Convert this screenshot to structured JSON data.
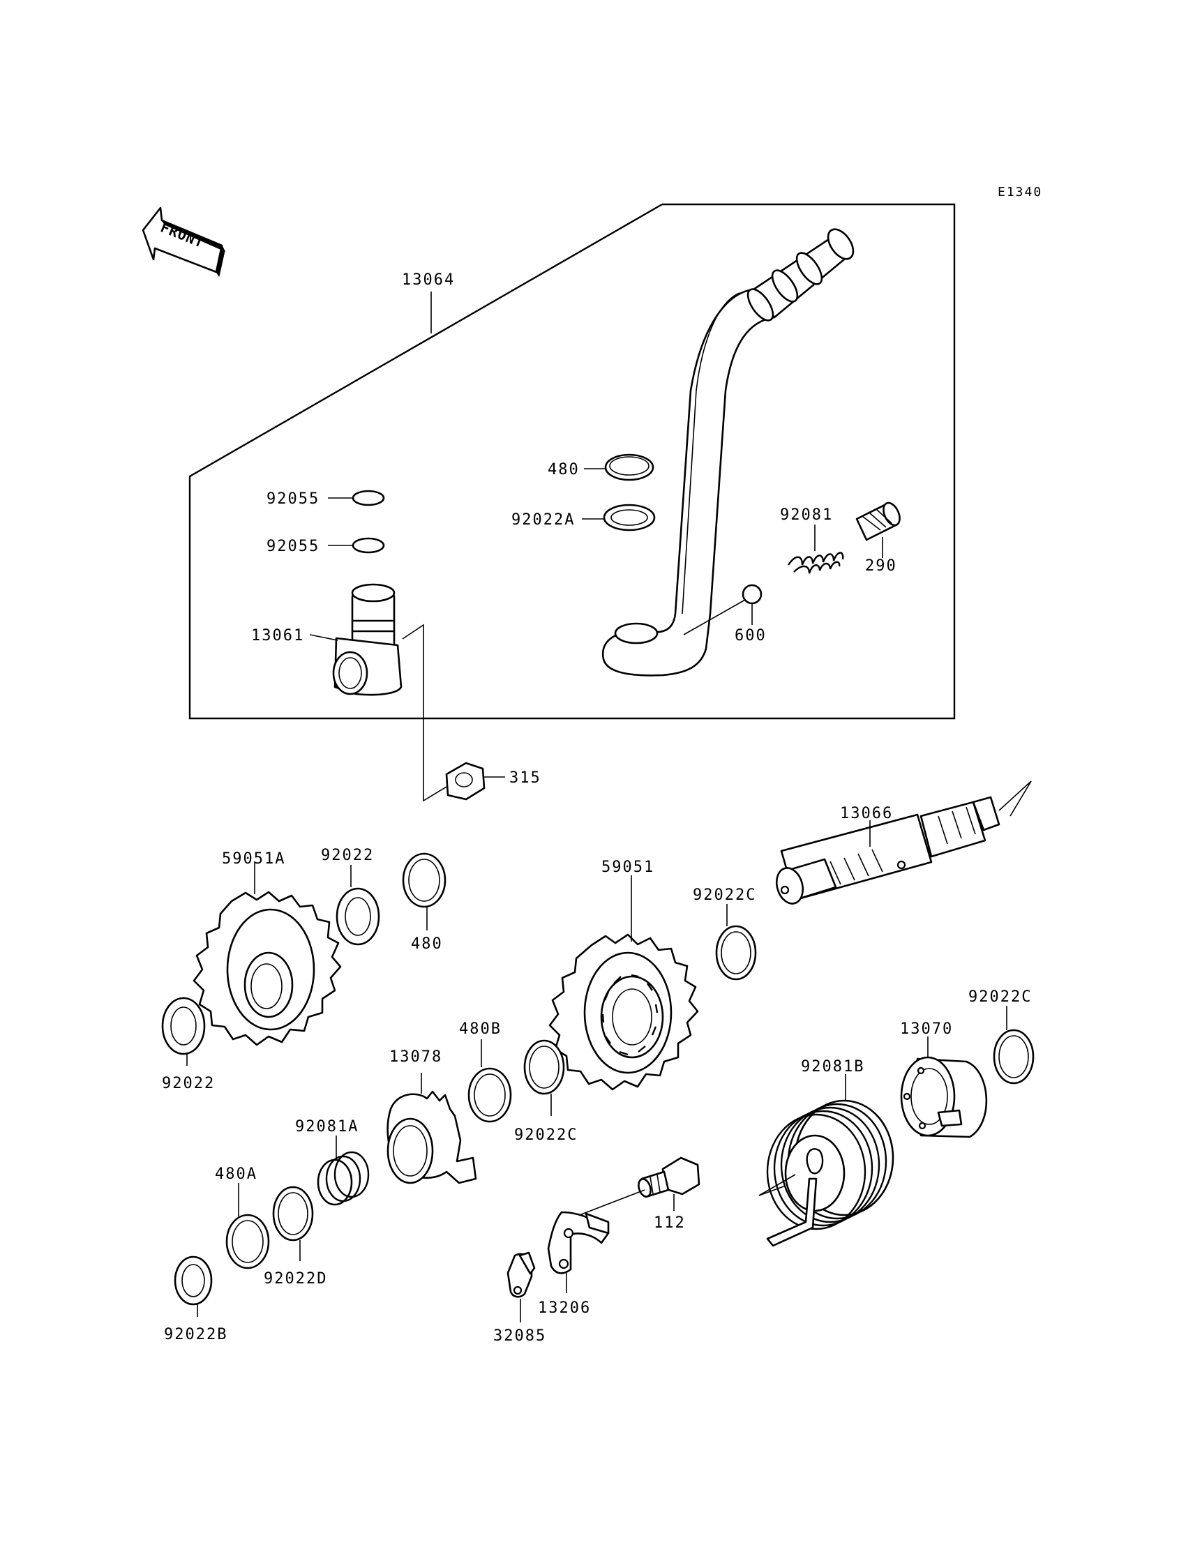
{
  "diagram_code": "E1340",
  "front_label": "FRONT",
  "labels": {
    "p13064": "13064",
    "p480_top": "480",
    "p92022A": "92022A",
    "p92055_a": "92055",
    "p92055_b": "92055",
    "p92081": "92081",
    "p290": "290",
    "p13061": "13061",
    "p600": "600",
    "p315": "315",
    "p13066": "13066",
    "p59051A": "59051A",
    "p92022_top": "92022",
    "p480_mid": "480",
    "p59051": "59051",
    "p92022C_a": "92022C",
    "p92022_left": "92022",
    "p480B": "480B",
    "p13078": "13078",
    "p92022C_b": "92022C",
    "p92081A": "92081A",
    "p480A": "480A",
    "p92022D": "92022D",
    "p92022B": "92022B",
    "p112": "112",
    "p13206": "13206",
    "p32085": "32085",
    "p92081B": "92081B",
    "p13070": "13070",
    "p92022C_c": "92022C"
  },
  "colors": {
    "ink": "#000000",
    "paper": "#ffffff"
  }
}
